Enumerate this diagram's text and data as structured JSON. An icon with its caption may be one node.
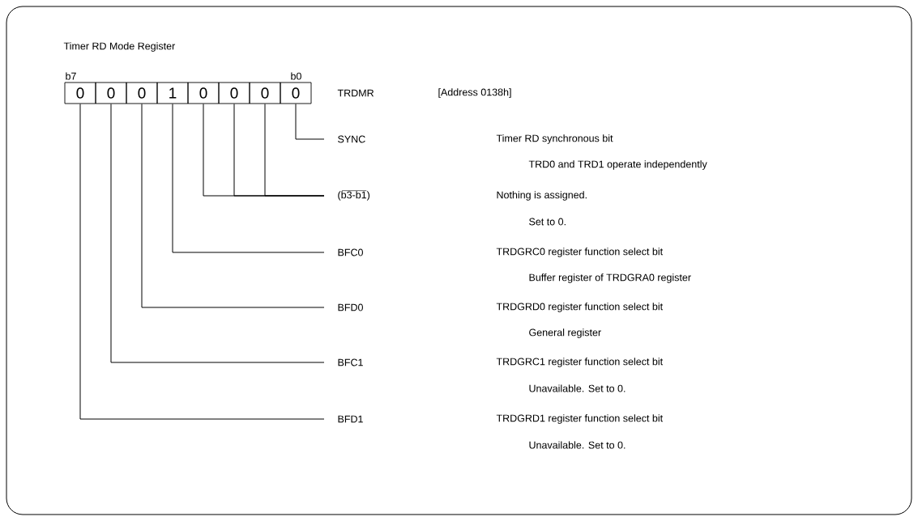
{
  "diagram": {
    "nodes": [
      {
        "text": [
          "0"
        ]
      },
      {
        "text": [
          "0"
        ]
      },
      {
        "text": [
          "0"
        ]
      },
      {
        "text": [
          "1"
        ]
      },
      {
        "text": [
          "0"
        ]
      },
      {
        "text": [
          "0"
        ]
      },
      {
        "text": [
          "0"
        ]
      },
      {
        "text": [
          "0"
        ]
      },
      {
        "text": [
          "SYNC"
        ],
        "beside": [
          "Timer RD synchronous bit",
          "TRD0 and TRD1 operate independently"
        ]
      },
      {
        "text": [
          "(b3-b1)"
        ],
        "beside": [
          "Nothing is assigned.",
          "Set to 0."
        ]
      },
      {
        "text": [
          "BFC0"
        ],
        "beside": [
          "TRDGRC0 register function select bit",
          "Buffer register of TRDGRA0 register"
        ]
      },
      {
        "text": [
          "BFD0"
        ],
        "beside": [
          "TRDGRD0 register function select bit",
          "General register"
        ]
      },
      {
        "text": [
          "BFC1"
        ],
        "beside": [
          "TRDGRC1 register function select bit",
          "Unavailable. Set to 0."
        ]
      },
      {
        "text": [
          "BFD1"
        ],
        "beside": [
          "TRDGRD1 register function select bit",
          "Unavailable. Set to 0."
        ]
      }
    ],
    "edges": [
      {
        "from": 7,
        "to": 8,
        "arrow": "none"
      },
      {
        "from": 6,
        "to": 9,
        "arrow": "none"
      },
      {
        "from": 5,
        "to": 9,
        "arrow": "none"
      },
      {
        "from": 4,
        "to": 9,
        "arrow": "none"
      },
      {
        "from": 3,
        "to": 10,
        "arrow": "none"
      },
      {
        "from": 2,
        "to": 11,
        "arrow": "none"
      },
      {
        "from": 1,
        "to": 12,
        "arrow": "none"
      },
      {
        "from": 0,
        "to": 13,
        "arrow": "none"
      }
    ],
    "title": "Timer RD Mode Register",
    "labels": [
      "b7",
      "b0",
      "TRDMR",
      "[Address 0138h]"
    ]
  }
}
